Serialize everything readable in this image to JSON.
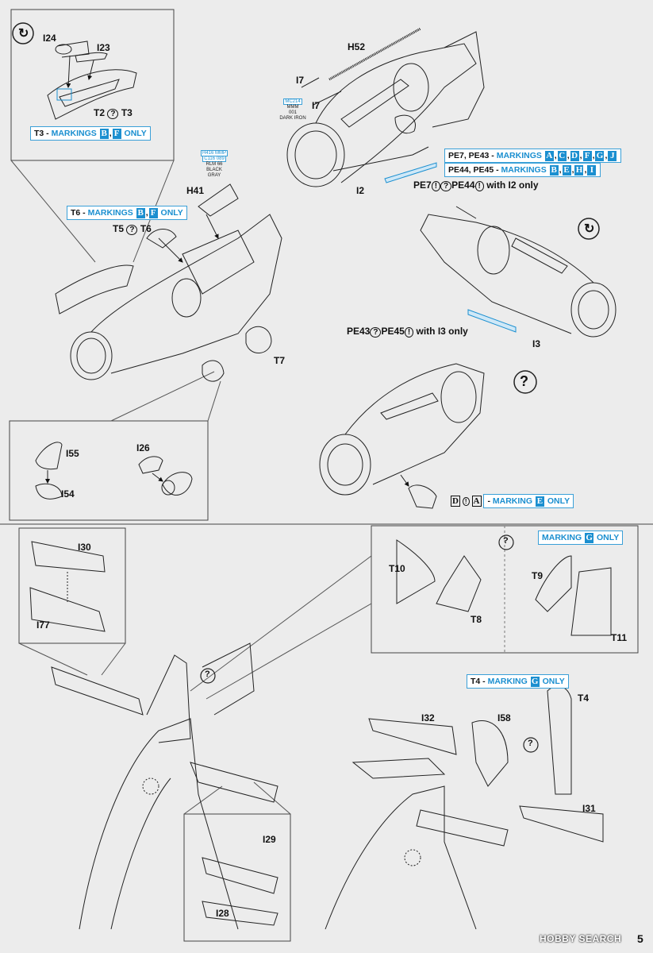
{
  "page_number": "5",
  "watermark": "HOBBY SEARCH",
  "symbols": {
    "optional": "?",
    "flip": "↻",
    "warn": "!"
  },
  "top_left": {
    "parts": [
      "I24",
      "I23",
      "T2",
      "T3"
    ],
    "option_t2t3": {
      "a": "T2",
      "b": "T3"
    },
    "note": {
      "prefix": "T3 - ",
      "word": "MARKINGS",
      "tiles": [
        "B",
        "F"
      ],
      "suffix": "ONLY"
    }
  },
  "engine_top": {
    "parts": [
      "H52",
      "I7",
      "I7",
      "I2"
    ],
    "paint": [
      "MC214",
      "MMM",
      "001",
      "DARK IRON"
    ],
    "note1": {
      "prefix": "PE7, PE43 - ",
      "word": "MARKINGS",
      "tiles": [
        "A",
        "C",
        "D",
        "F",
        "G",
        "J"
      ]
    },
    "note2": {
      "prefix": "PE44, PE45 - ",
      "word": "MARKINGS",
      "tiles": [
        "B",
        "E",
        "H",
        "I"
      ]
    },
    "note3": {
      "a": "PE7",
      "b": "PE44",
      "suffix": "with I2 only"
    }
  },
  "cockpit": {
    "parts": [
      "H41",
      "T5",
      "T6",
      "T7"
    ],
    "paint": [
      "H416",
      "MMP",
      "C116",
      "089",
      "RLM 66",
      "BLACK GRAY"
    ],
    "note": {
      "prefix": "T6 - ",
      "word": "MARKINGS",
      "tiles": [
        "B",
        "F"
      ],
      "suffix": "ONLY"
    }
  },
  "engine_right": {
    "parts": [
      "I3"
    ],
    "note": {
      "a": "PE43",
      "b": "PE45",
      "suffix": "with I3 only"
    }
  },
  "engine_bottom": {
    "note": {
      "tiles": [
        "D",
        "A"
      ],
      "word": "MARKING",
      "tile": "E",
      "suffix": "ONLY"
    }
  },
  "intake": {
    "parts": [
      "I55",
      "I54",
      "I26"
    ]
  },
  "stab_inset": {
    "parts": [
      "I30",
      "I77"
    ]
  },
  "fin_inset": {
    "parts": [
      "T10",
      "T8",
      "T9",
      "T11"
    ],
    "note": {
      "word": "MARKING",
      "tile": "G",
      "suffix": "ONLY"
    }
  },
  "tail_left": {
    "parts": [
      "I29",
      "I28"
    ]
  },
  "tail_right": {
    "parts": [
      "T4",
      "I32",
      "I58",
      "I31"
    ],
    "note": {
      "prefix": "T4 - ",
      "word": "MARKING",
      "tile": "G",
      "suffix": "ONLY"
    }
  }
}
